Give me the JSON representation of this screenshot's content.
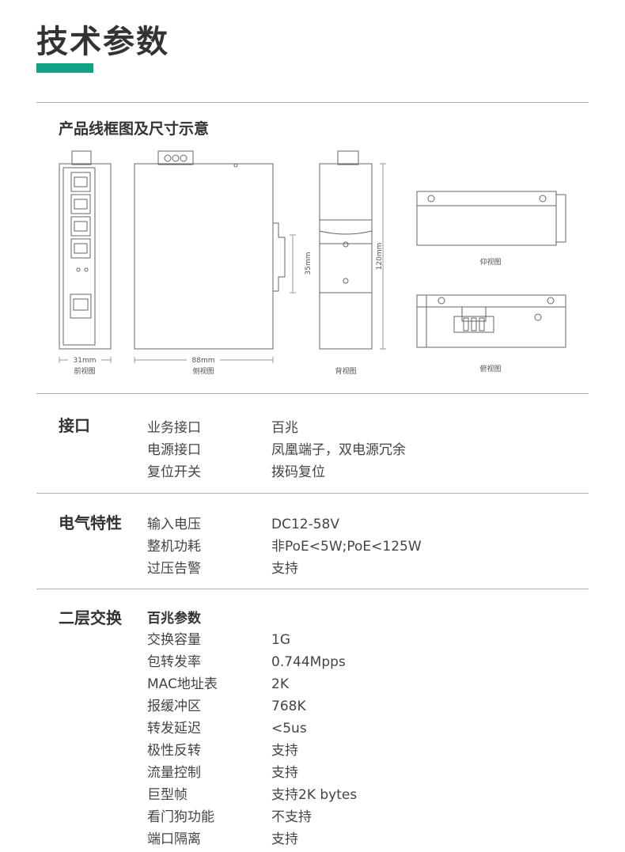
{
  "page": {
    "title": "技术参数"
  },
  "diagram": {
    "heading": "产品线框图及尺寸示意",
    "front": {
      "dim": "31mm",
      "caption": "前视图"
    },
    "side": {
      "dim": "88mm",
      "caption": "侧视图",
      "rail_dim": "35mm"
    },
    "back": {
      "dim": "120mm",
      "caption": "背视图"
    },
    "top": {
      "caption": "仰视图"
    },
    "bottom": {
      "caption": "俯视图"
    }
  },
  "sections": {
    "interface": {
      "title": "接口",
      "rows": [
        {
          "key": "业务接口",
          "value": "百兆"
        },
        {
          "key": "电源接口",
          "value": "凤凰端子，双电源冗余"
        },
        {
          "key": "复位开关",
          "value": "拨码复位"
        }
      ]
    },
    "electrical": {
      "title": "电气特性",
      "rows": [
        {
          "key": "输入电压",
          "value": "DC12-58V"
        },
        {
          "key": "整机功耗",
          "value": "非PoE<5W;PoE<125W"
        },
        {
          "key": "过压告警",
          "value": "支持"
        }
      ]
    },
    "layer2": {
      "title": "二层交换",
      "subheading": "百兆参数",
      "rows": [
        {
          "key": "交换容量",
          "value": "1G"
        },
        {
          "key": "包转发率",
          "value": "0.744Mpps"
        },
        {
          "key": "MAC地址表",
          "value": "2K"
        },
        {
          "key": "报缓冲区",
          "value": "768K"
        },
        {
          "key": "转发延迟",
          "value": "<5us"
        },
        {
          "key": "极性反转",
          "value": "支持"
        },
        {
          "key": "流量控制",
          "value": "支持"
        },
        {
          "key": "巨型帧",
          "value": "支持2K bytes"
        },
        {
          "key": "看门狗功能",
          "value": "不支持"
        },
        {
          "key": "端口隔离",
          "value": "支持"
        }
      ]
    }
  }
}
